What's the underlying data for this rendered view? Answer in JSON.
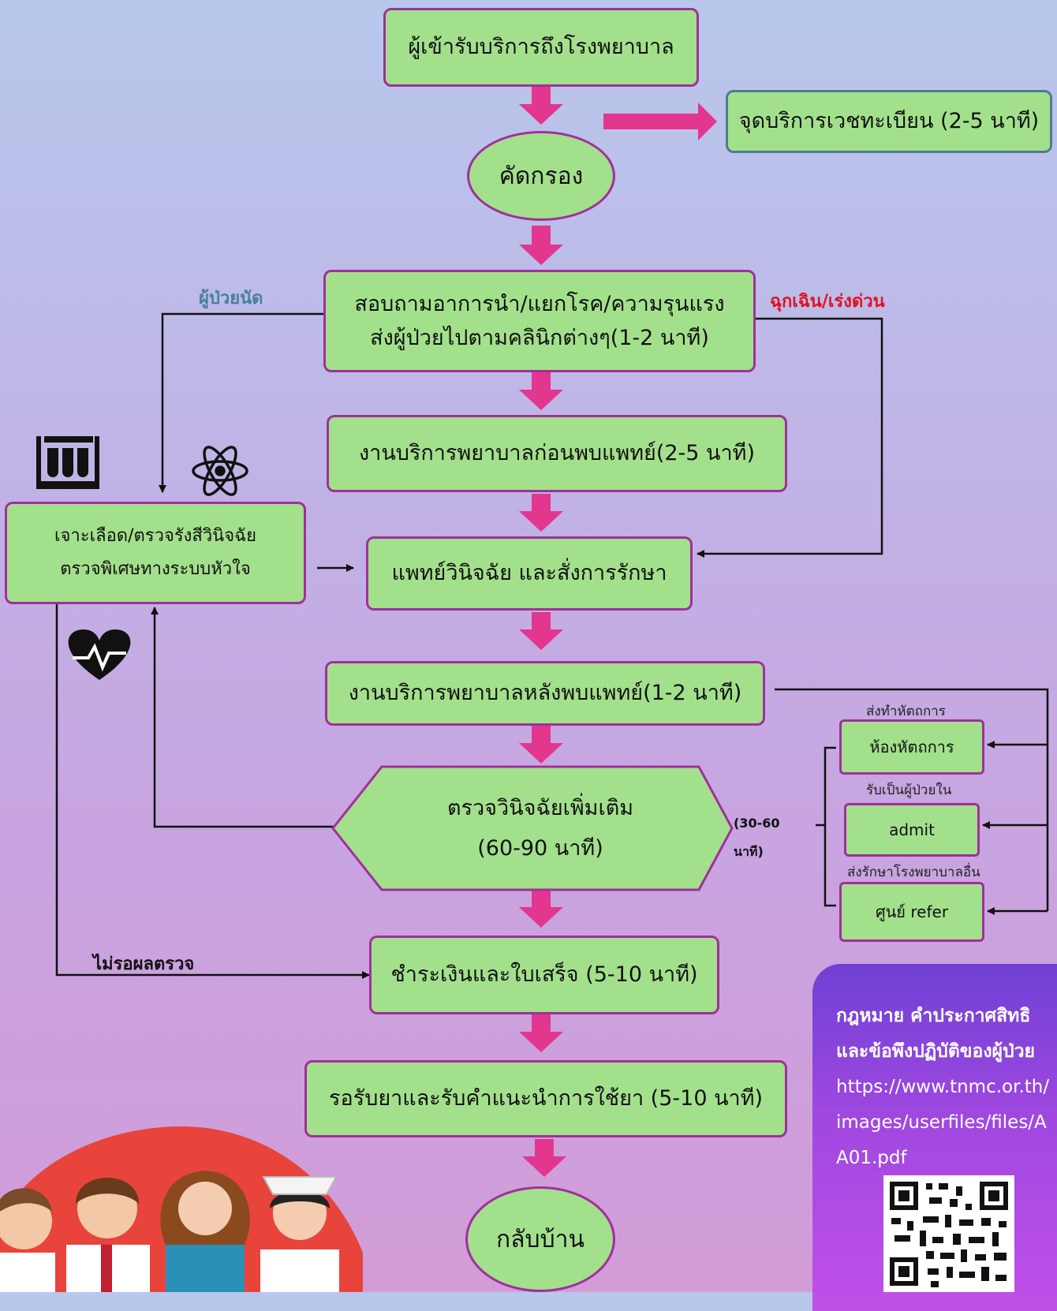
{
  "flow": {
    "arrive": "ผู้เข้ารับบริการถึงโรงพยาบาล",
    "registration": "จุดบริการเวชทะเบียน (2-5 นาที)",
    "screening": "คัดกรอง",
    "inquiry_line1": "สอบถามอาการนำ/แยกโรค/ความรุนแรง",
    "inquiry_line2": "ส่งผู้ป่วยไปตามคลินิกต่างๆ(1-2 นาที)",
    "pre_doctor": "งานบริการพยาบาลก่อนพบแพทย์(2-5 นาที)",
    "lab_line1": "เจาะเลือด/ตรวจรังสีวินิจฉัย",
    "lab_line2": "ตรวจพิเศษทางระบบหัวใจ",
    "diagnosis": "แพทย์วินิจฉัย และสั่งการรักษา",
    "post_doctor": "งานบริการพยาบาลหลังพบแพทย์(1-2 นาที)",
    "extra_line1": "ตรวจวินิจฉัยเพิ่มเติม",
    "extra_line2": "(60-90 นาที)",
    "payment": "ชำระเงินและใบเสร็จ (5-10 นาที)",
    "pharmacy": "รอรับยาและรับคำแนะนำการใช้ยา (5-10 นาที)",
    "home": "กลับบ้าน"
  },
  "labels": {
    "appointment": "ผู้ป่วยนัด",
    "emergency": "ฉุกเฉิน/เร่งด่วน",
    "no_wait": "ไม่รอผลตรวจ",
    "duration_line1": "(30-60",
    "duration_line2": "นาที)"
  },
  "side_branch": {
    "surgery_caption": "ส่งทำหัตถการ",
    "surgery_box": "ห้องหัตถการ",
    "admit_caption": "รับเป็นผู้ป่วยใน",
    "admit_box": "admit",
    "refer_caption": "ส่งรักษาโรงพยาบาลอื่น",
    "refer_box": "ศูนย์ refer"
  },
  "info": {
    "line1": "กฎหมาย คำประกาศสิทธิ",
    "line2": "และข้อพึงปฏิบัติของผู้ป่วย",
    "url_line1": "https://www.tnmc.or.th/",
    "url_line2": "images/userfiles/files/A",
    "url_line3": "A01.pdf"
  },
  "colors": {
    "box_fill": "#a3e08c",
    "box_border": "#a0309a",
    "arrow": "#e3368e",
    "appointment_label": "#4a7f9a",
    "emergency_label": "#e01020"
  }
}
